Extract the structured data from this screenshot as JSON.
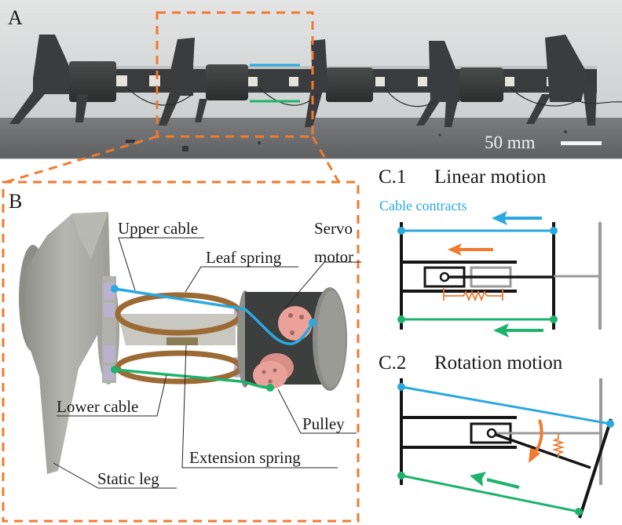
{
  "figure": {
    "colors": {
      "orange": "#F07A2E",
      "blue": "#2AA8E0",
      "green": "#1DB36B",
      "black": "#151515",
      "gray": "#9A9A9A",
      "photo_bg": "#D8DADA",
      "photo_ground": "#6E7071",
      "robot_dark": "#2A2B2C",
      "render_gray": "#A9A9A4",
      "spring_brown": "#9C6A35",
      "pulley_pink": "#E9A19A"
    },
    "panel_a": {
      "letter": "A",
      "scale_bar_label": "50 mm"
    },
    "panel_b": {
      "letter": "B",
      "labels": {
        "upper_cable": "Upper cable",
        "leaf_spring": "Leaf spring",
        "servo_line1": "Servo",
        "servo_line2": "motor",
        "lower_cable": "Lower cable",
        "pulley": "Pulley",
        "extension_spring": "Extension spring",
        "static_leg": "Static leg"
      }
    },
    "panel_c1": {
      "index": "C.1",
      "title": "Linear motion",
      "annotation": "Cable contracts"
    },
    "panel_c2": {
      "index": "C.2",
      "title": "Rotation motion"
    }
  }
}
